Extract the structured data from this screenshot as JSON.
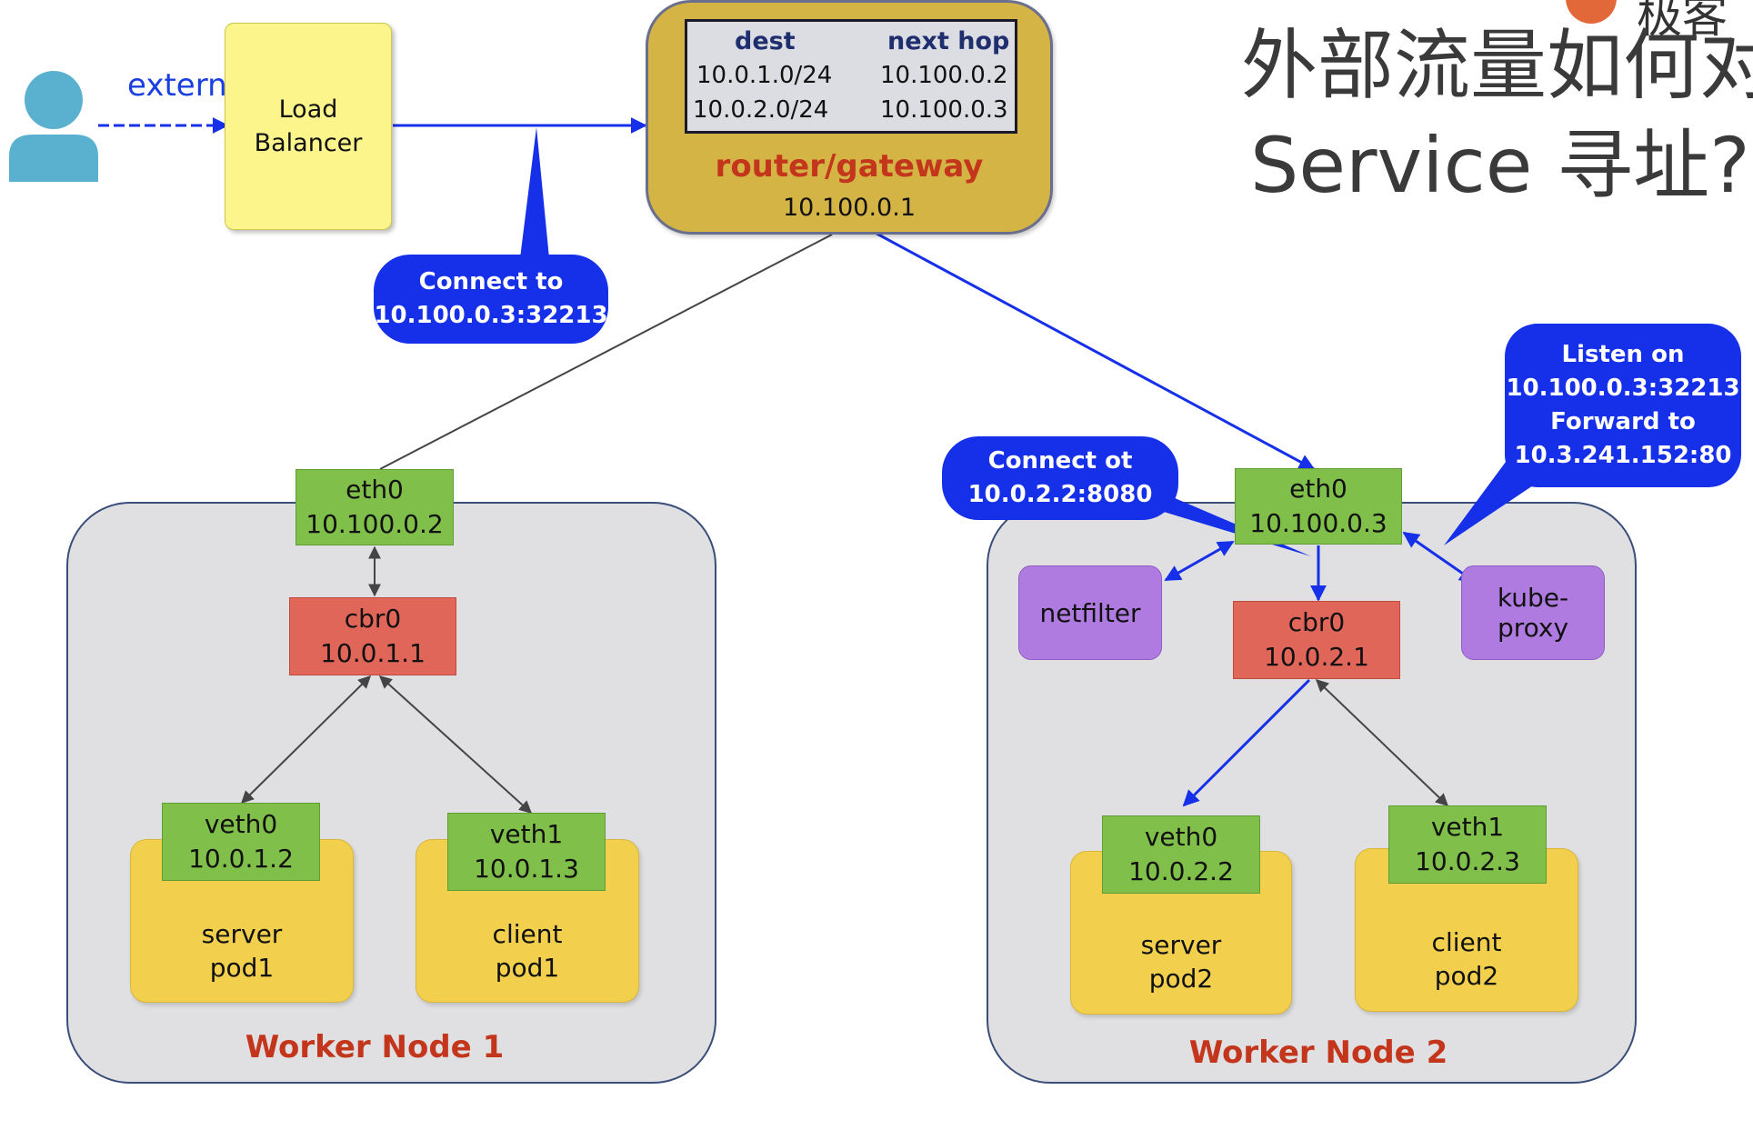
{
  "title": {
    "line1": "外部流量如何对",
    "line2": "Service 寻址?"
  },
  "logo": {
    "text": "极客"
  },
  "user": {
    "icon": "user-icon",
    "label": "externalIP"
  },
  "load_balancer": {
    "line1": "Load",
    "line2": "Balancer"
  },
  "router": {
    "table_headers": [
      "dest",
      "next hop"
    ],
    "routes": [
      {
        "dest": "10.0.1.0/24",
        "next_hop": "10.100.0.2"
      },
      {
        "dest": "10.0.2.0/24",
        "next_hop": "10.100.0.3"
      }
    ],
    "name": "router/gateway",
    "ip": "10.100.0.1"
  },
  "callouts": {
    "connect_lb": {
      "line1": "Connect to",
      "line2": "10.100.0.3:32213"
    },
    "connect_pod": {
      "line1": "Connect ot",
      "line2": "10.0.2.2:8080"
    },
    "kube_proxy": {
      "line1": "Listen on",
      "line2": "10.100.0.3:32213",
      "line3": "Forward to",
      "line4": "10.3.241.152:80"
    }
  },
  "node1": {
    "title": "Worker Node 1",
    "eth0": {
      "name": "eth0",
      "ip": "10.100.0.2"
    },
    "cbr0": {
      "name": "cbr0",
      "ip": "10.0.1.1"
    },
    "pods": [
      {
        "veth": "veth0",
        "veth_ip": "10.0.1.2",
        "line1": "server",
        "line2": "pod1"
      },
      {
        "veth": "veth1",
        "veth_ip": "10.0.1.3",
        "line1": "client",
        "line2": "pod1"
      }
    ]
  },
  "node2": {
    "title": "Worker Node 2",
    "eth0": {
      "name": "eth0",
      "ip": "10.100.0.3"
    },
    "cbr0": {
      "name": "cbr0",
      "ip": "10.0.2.1"
    },
    "netfilter": "netfilter",
    "kube_proxy": "kube-proxy",
    "pods": [
      {
        "veth": "veth0",
        "veth_ip": "10.0.2.2",
        "line1": "server",
        "line2": "pod2"
      },
      {
        "veth": "veth1",
        "veth_ip": "10.0.2.3",
        "line1": "client",
        "line2": "pod2"
      }
    ]
  },
  "colors": {
    "traffic_blue": "#1530e8",
    "plain_line": "#444444",
    "node_title_red": "#c3361c"
  }
}
